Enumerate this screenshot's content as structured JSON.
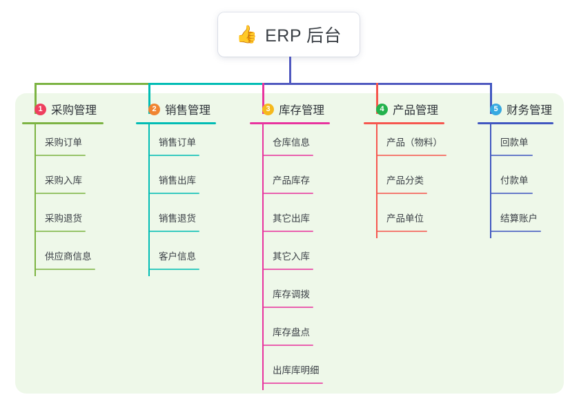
{
  "diagram": {
    "type": "mindmap-tree",
    "background": "#ffffff",
    "panel_color": "#eef8e9",
    "trunk_color": "#4f58bf"
  },
  "root": {
    "icon": "thumbs-up-icon",
    "emoji": "👍",
    "title": "ERP 后台"
  },
  "branches": [
    {
      "index": "1",
      "label": "采购管理",
      "color": "#7cb342",
      "badge_color": "#ee3f5e",
      "items": [
        {
          "label": "采购订单"
        },
        {
          "label": "采购入库"
        },
        {
          "label": "采购退货"
        },
        {
          "label": "供应商信息"
        }
      ]
    },
    {
      "index": "2",
      "label": "销售管理",
      "color": "#01bcb4",
      "badge_color": "#f08431",
      "items": [
        {
          "label": "销售订单"
        },
        {
          "label": "销售出库"
        },
        {
          "label": "销售退货"
        },
        {
          "label": "客户信息"
        }
      ]
    },
    {
      "index": "3",
      "label": "库存管理",
      "color": "#e8339e",
      "badge_color": "#f5b91d",
      "items": [
        {
          "label": "仓库信息"
        },
        {
          "label": "产品库存"
        },
        {
          "label": "其它出库"
        },
        {
          "label": "其它入库"
        },
        {
          "label": "库存调拨"
        },
        {
          "label": "库存盘点"
        },
        {
          "label": "出库库明细"
        }
      ]
    },
    {
      "index": "4",
      "label": "产品管理",
      "color": "#f6564e",
      "badge_color": "#22b24c",
      "items": [
        {
          "label": "产品（物料）"
        },
        {
          "label": "产品分类"
        },
        {
          "label": "产品单位"
        }
      ]
    },
    {
      "index": "5",
      "label": "财务管理",
      "color": "#4056c0",
      "badge_color": "#36a9e1",
      "items": [
        {
          "label": "回款单"
        },
        {
          "label": "付款单"
        },
        {
          "label": "结算账户"
        }
      ]
    }
  ]
}
